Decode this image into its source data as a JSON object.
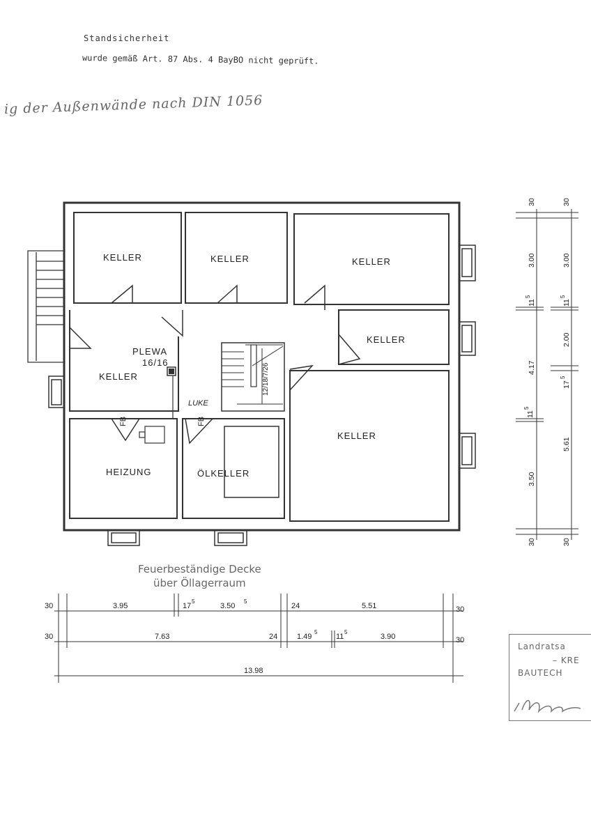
{
  "header": {
    "stamp_line1": "Standsicherheit",
    "stamp_line2": "wurde gemäß Art. 87 Abs. 4 BayBO nicht geprüft.",
    "handwriting": "ig der Außenwände nach DIN 1056"
  },
  "rooms": {
    "keller_1": "KELLER",
    "keller_2": "KELLER",
    "keller_3": "KELLER",
    "keller_4": "KELLER",
    "keller_5": "KELLER",
    "keller_6": "KELLER",
    "plewa": "PLEWA",
    "plewa_size": "16/16",
    "heizung": "HEIZUNG",
    "oelkeller": "ÖLKELLER",
    "luke": "LUKE",
    "fb_1": "FB",
    "fb_2": "FB",
    "stair": "12/18/7/26"
  },
  "dims_right": {
    "col1": {
      "d30_top": "30",
      "d300": "3.00",
      "d11": "11",
      "d417": "4.17",
      "d11b": "11",
      "d350": "3.50",
      "d30_bot": "30"
    },
    "col2": {
      "d30_top": "30",
      "d300": "3.00",
      "d11": "11",
      "d200": "2.00",
      "d17": "17",
      "d561": "5.61",
      "d30_bot": "30"
    },
    "sup5": "5"
  },
  "dims_bottom": {
    "row1": {
      "d30_l": "30",
      "d395": "3.95",
      "d17": "17",
      "d350": "3.50",
      "d24": "24",
      "d551": "5.51",
      "d30_r": "30"
    },
    "row2": {
      "d30_l": "30",
      "d763": "7.63",
      "d24": "24",
      "d149": "1.49",
      "d11": "11",
      "d390": "3.90",
      "d30_r": "30"
    },
    "row3": {
      "d1398": "13.98"
    },
    "sup5": "5"
  },
  "stamp_mid": {
    "line1": "Feuerbeständige Decke",
    "line2": "über Öllagerraum"
  },
  "stamp_box": {
    "line1": "Landratsa",
    "line2": "– KRE",
    "line3": "BAUTECH"
  }
}
